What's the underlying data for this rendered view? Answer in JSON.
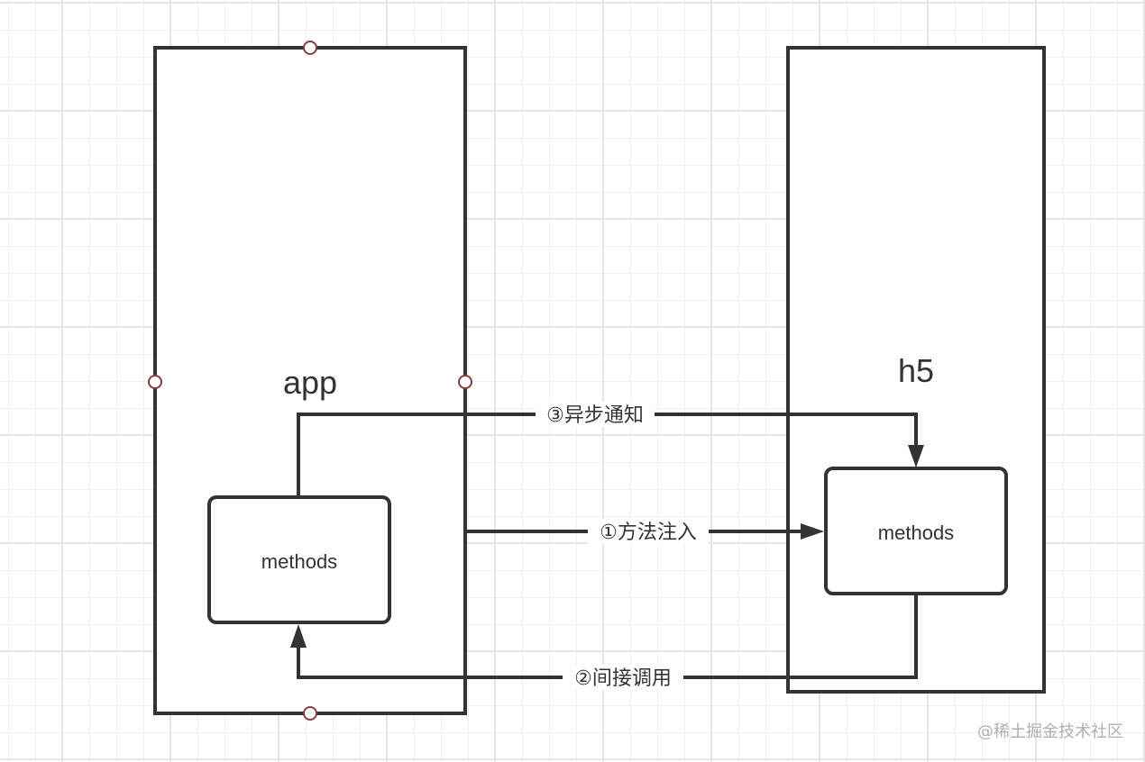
{
  "diagram": {
    "colors": {
      "stroke": "#333333",
      "handle": "#8b3a3a",
      "fill": "#ffffff",
      "grid": "#efefef",
      "watermark": "#b0b0b0"
    },
    "nodes": {
      "app": {
        "label": "app"
      },
      "h5": {
        "label": "h5"
      },
      "app_methods": {
        "label": "methods"
      },
      "h5_methods": {
        "label": "methods"
      }
    },
    "edges": [
      {
        "id": "inject",
        "label": "①方法注入",
        "from": "app",
        "to": "h5_methods"
      },
      {
        "id": "indirect-call",
        "label": "②间接调用",
        "from": "h5_methods",
        "to": "app_methods"
      },
      {
        "id": "async-notify",
        "label": "③异步通知",
        "from": "app_methods",
        "to": "h5_methods"
      }
    ],
    "watermark": "@稀土掘金技术社区"
  }
}
